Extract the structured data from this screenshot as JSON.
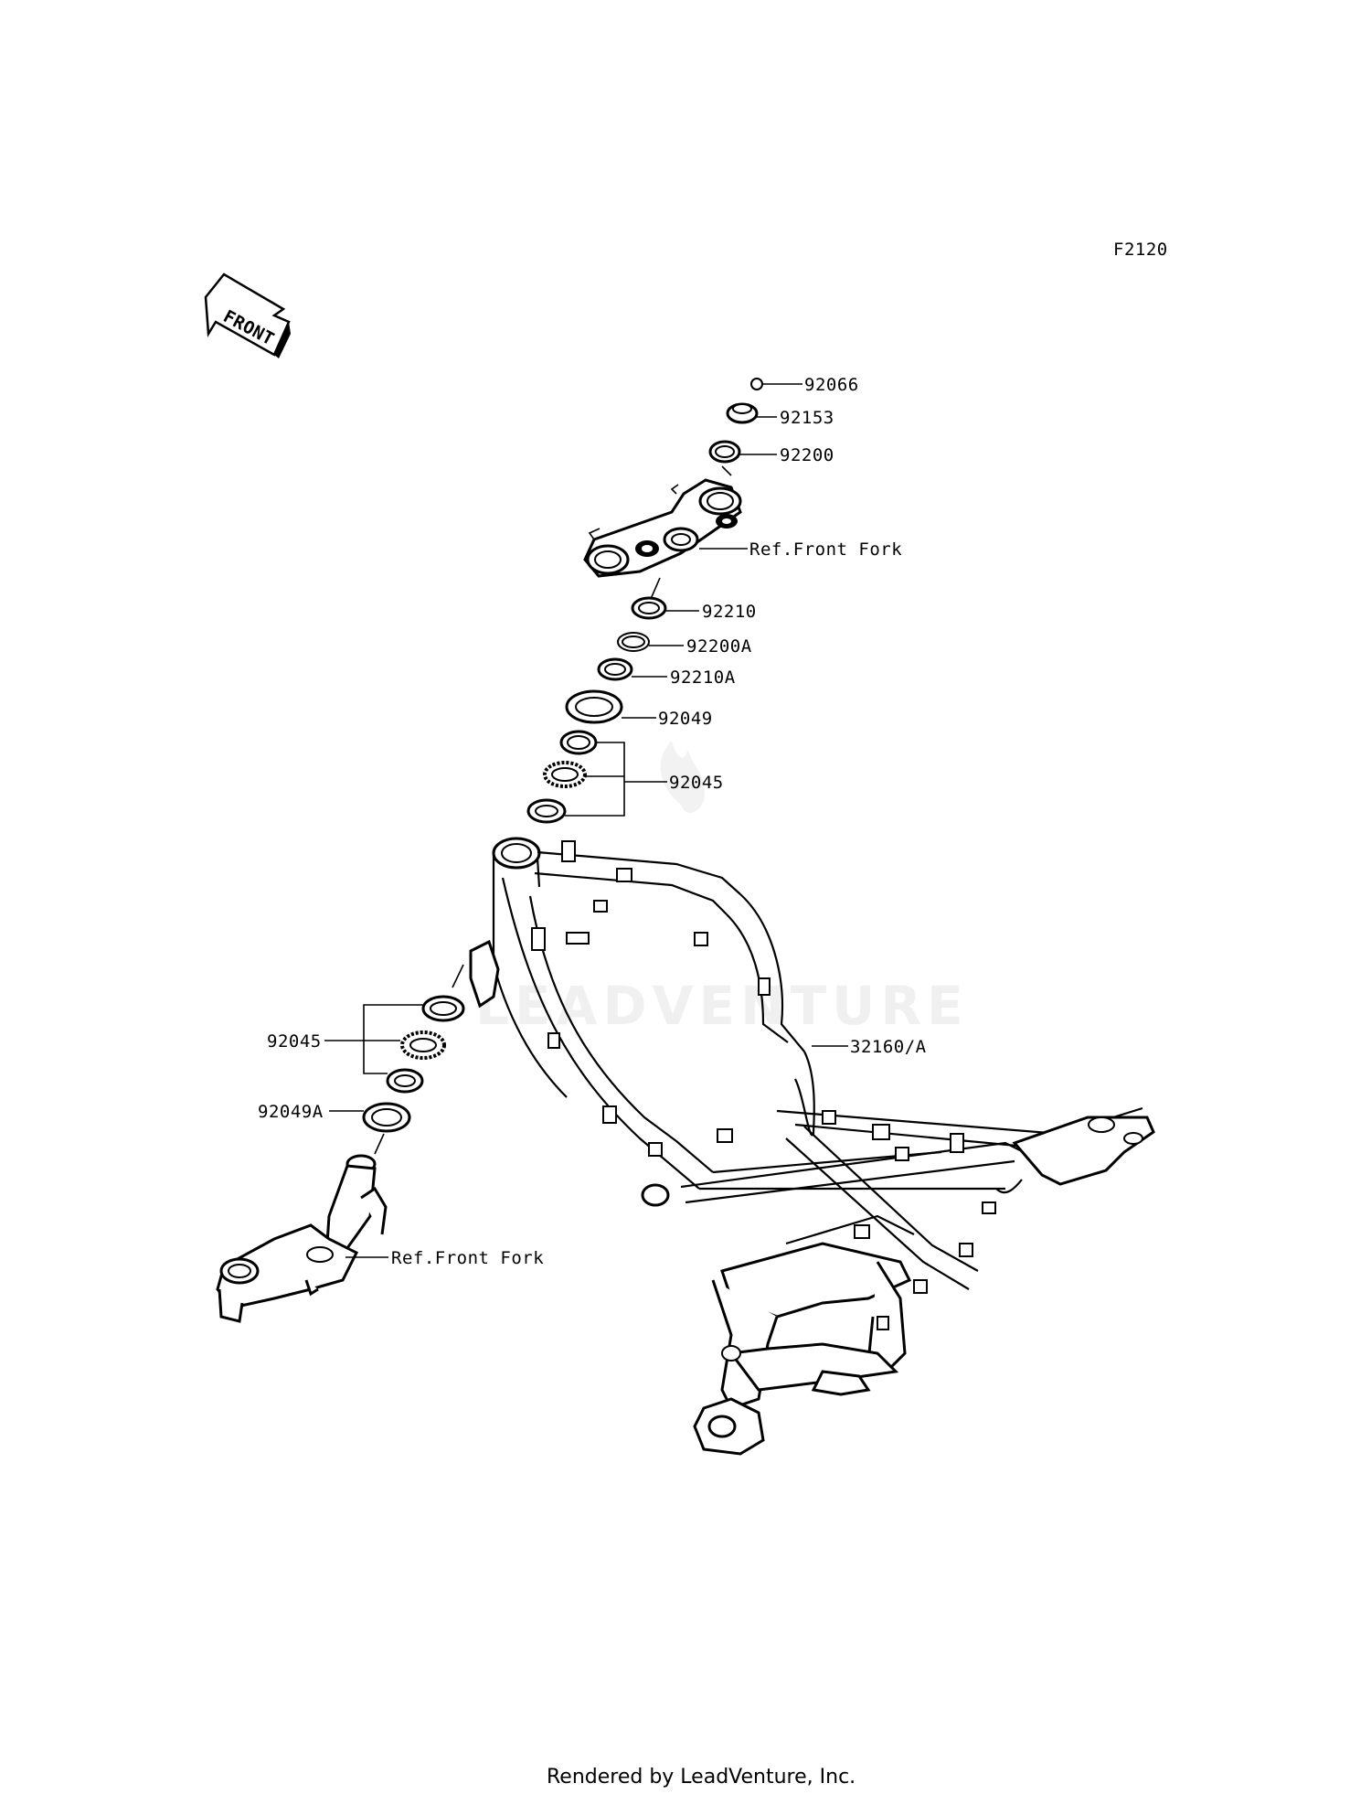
{
  "diagram": {
    "code": "F2120",
    "front_arrow_label": "FRONT",
    "watermark": "LEADVENTURE",
    "footer": "Rendered by LeadVenture, Inc.",
    "parts": [
      {
        "id": "92066",
        "label": "92066"
      },
      {
        "id": "92153",
        "label": "92153"
      },
      {
        "id": "92200",
        "label": "92200"
      },
      {
        "id": "ref-front-fork-upper",
        "label": "Ref.Front Fork"
      },
      {
        "id": "92210",
        "label": "92210"
      },
      {
        "id": "92200A",
        "label": "92200A"
      },
      {
        "id": "92210A",
        "label": "92210A"
      },
      {
        "id": "92049",
        "label": "92049"
      },
      {
        "id": "92045-upper",
        "label": "92045"
      },
      {
        "id": "32160-A",
        "label": "32160/A"
      },
      {
        "id": "92045-lower",
        "label": "92045"
      },
      {
        "id": "92049A",
        "label": "92049A"
      },
      {
        "id": "ref-front-fork-lower",
        "label": "Ref.Front Fork"
      }
    ]
  }
}
